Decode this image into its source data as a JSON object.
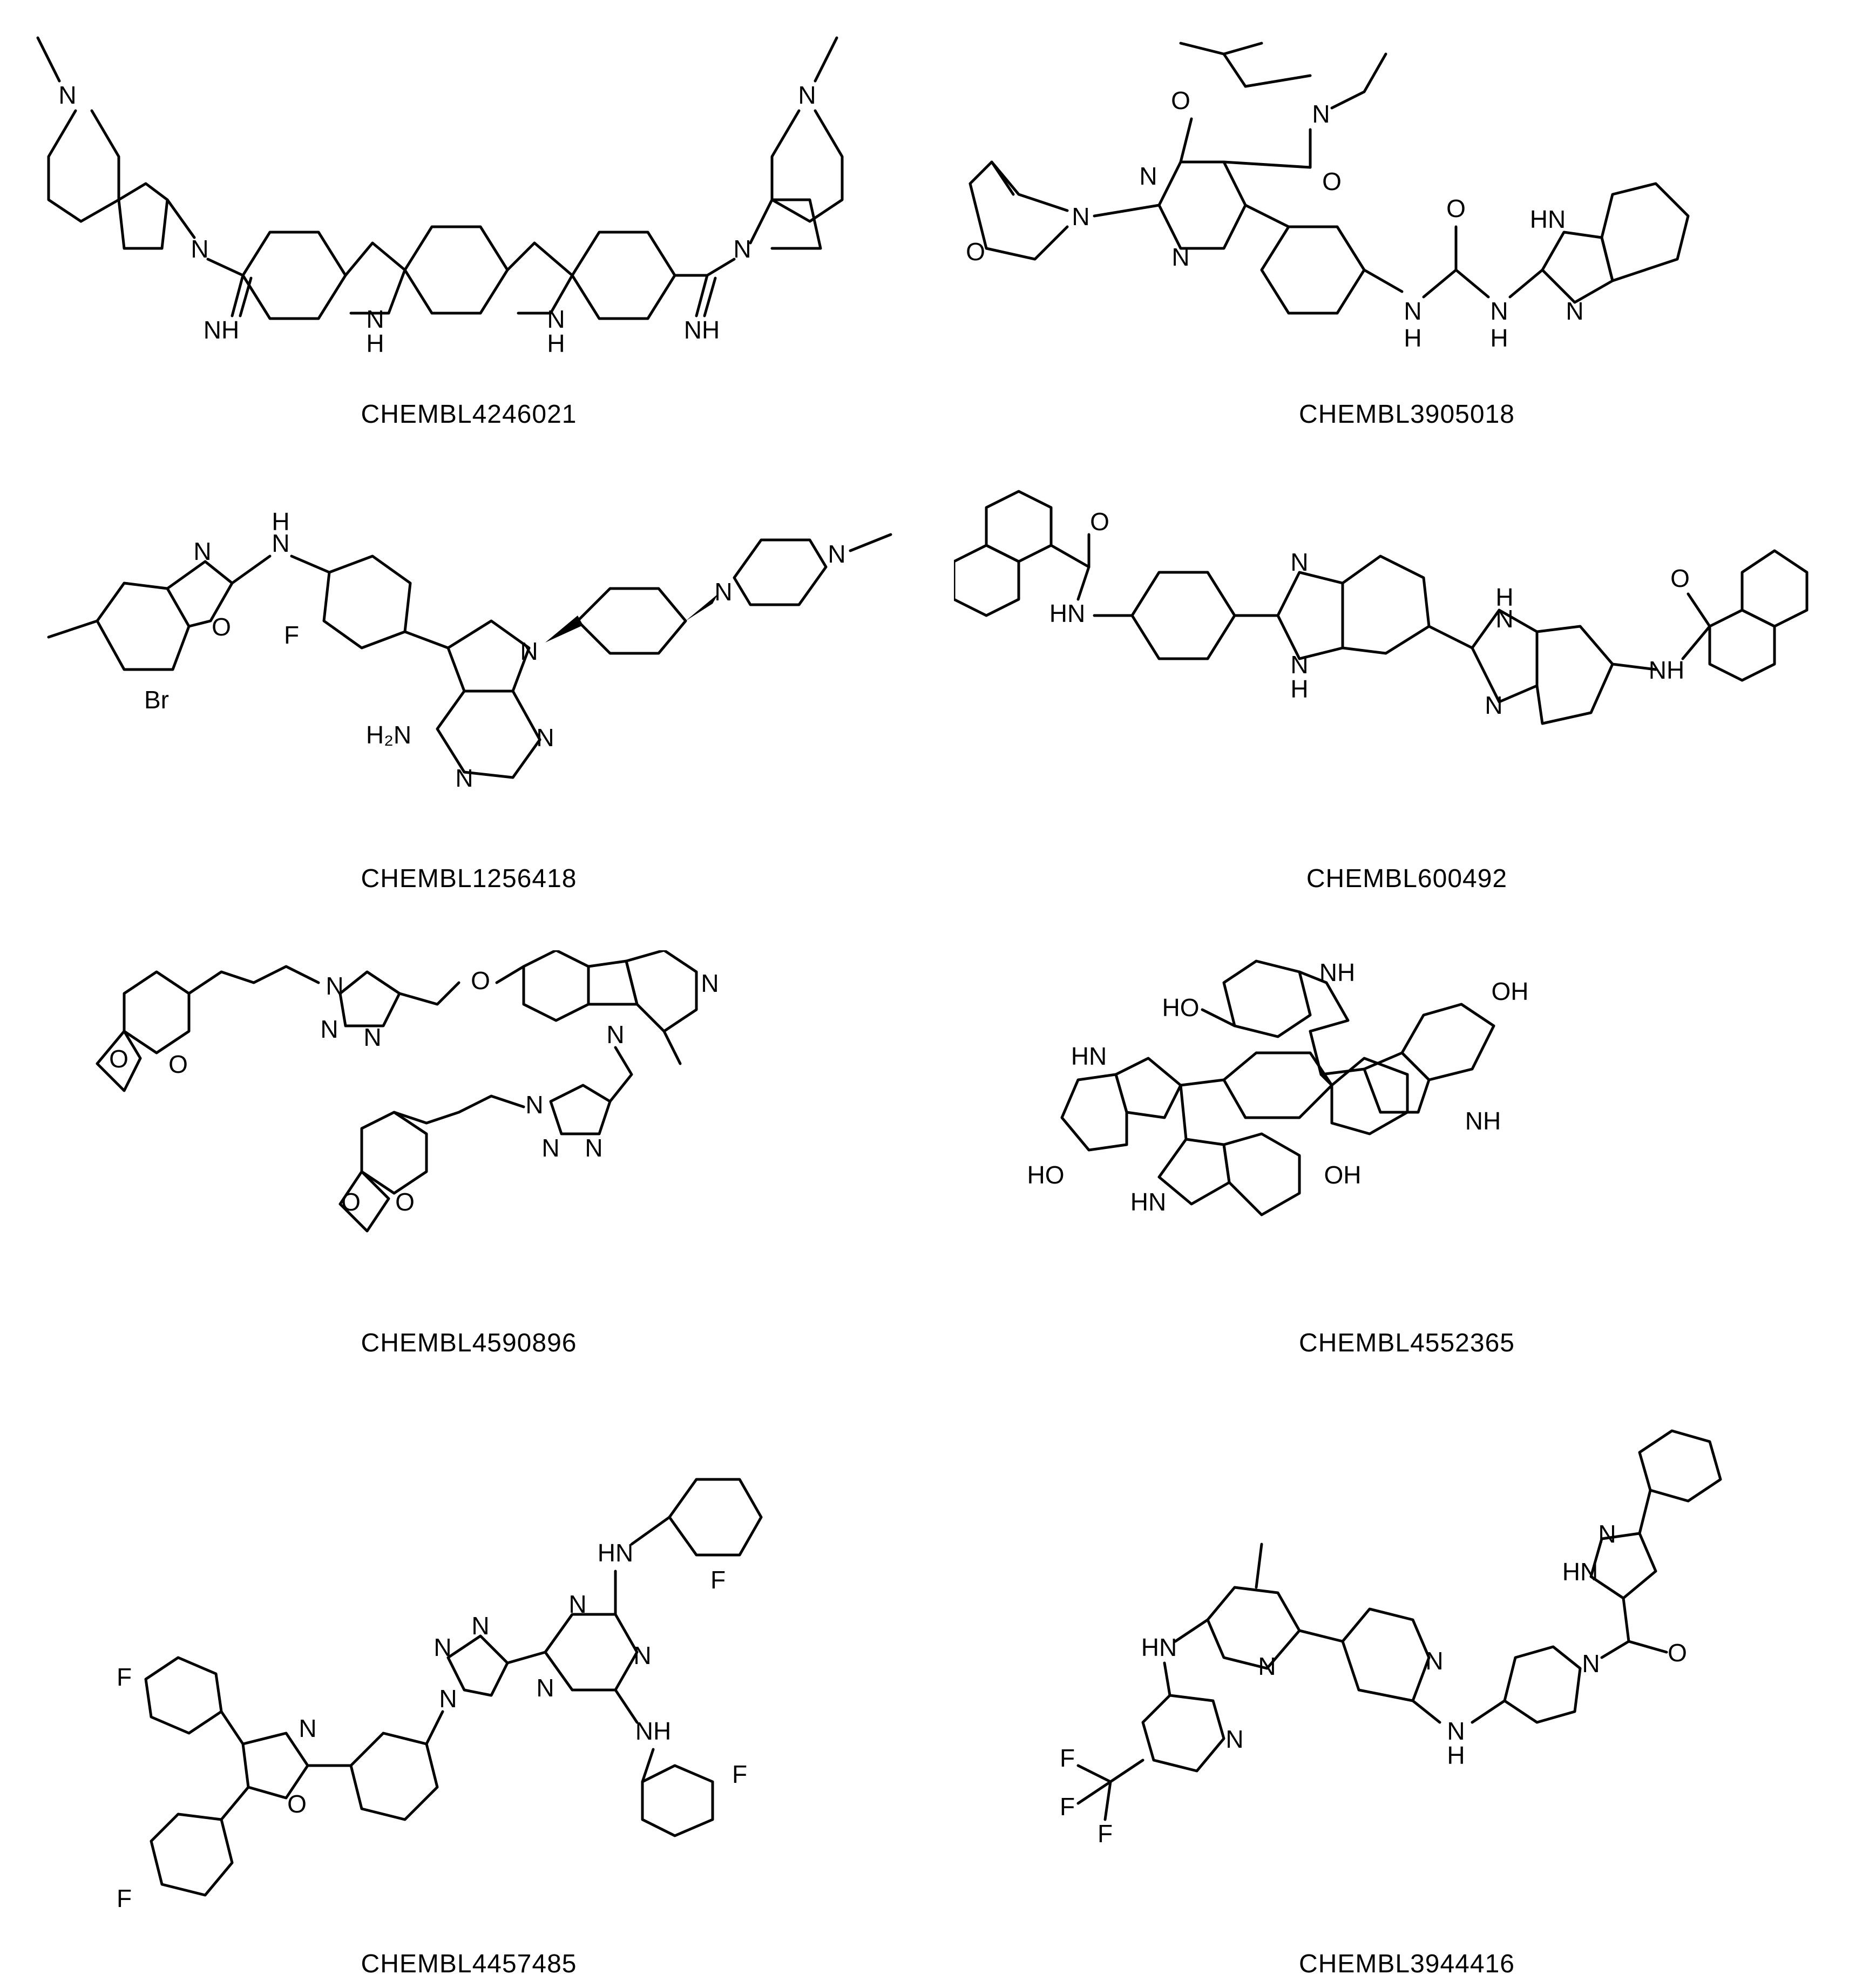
{
  "compounds": [
    {
      "id": "CHEMBL4246021",
      "atoms": {
        "n1": "N",
        "n2": "N",
        "nh1": "NH",
        "nh_indole1": "H",
        "nh_indole2": "H",
        "n3": "N",
        "n4": "N",
        "nh2": "NH",
        "n_ind1": "N",
        "n_ind2": "N"
      }
    },
    {
      "id": "CHEMBL3905018",
      "atoms": {
        "o_ring": "O",
        "n_amide": "N",
        "o_carbonyl": "O",
        "n_pyr1": "N",
        "n_pyr2": "N",
        "n_bicyclic": "N",
        "o_bridge": "O",
        "nh_a": "N",
        "h_a": "H",
        "o_urea": "O",
        "nh_b": "N",
        "h_b": "H",
        "hn_bzim": "HN",
        "n_bzim": "N"
      }
    },
    {
      "id": "CHEMBL1256418",
      "atoms": {
        "h_amine": "H",
        "n_amine": "N",
        "n_ox": "N",
        "o_ox": "O",
        "br": "Br",
        "f": "F",
        "n_pyrrole": "N",
        "nh2": "H₂N",
        "n_pym1": "N",
        "n_pym2": "N",
        "n_pip1": "N",
        "n_pip2": "N"
      }
    },
    {
      "id": "CHEMBL600492",
      "atoms": {
        "o1": "O",
        "hn1": "HN",
        "n_bz1": "N",
        "nh_bz1": "N",
        "h_bz1": "H",
        "nh_bz2": "N",
        "h_bz2": "H",
        "n_bz2": "N",
        "o2": "O",
        "nh2": "NH"
      }
    },
    {
      "id": "CHEMBL4590896",
      "atoms": {
        "n_t1a": "N",
        "n_t1b": "N",
        "n_t1c": "N",
        "o_ether": "O",
        "n_pyr": "N",
        "n_carb": "N",
        "n_t2a": "N",
        "n_t2b": "N",
        "n_t2c": "N",
        "o_d1a": "O",
        "o_d1b": "O",
        "o_d2a": "O",
        "o_d2b": "O"
      }
    },
    {
      "id": "CHEMBL4552365",
      "atoms": {
        "nh_top": "NH",
        "ho_top": "HO",
        "oh_right": "OH",
        "hn_left": "HN",
        "nh_right": "NH",
        "ho_left": "HO",
        "oh_bottom": "OH",
        "hn_bottom": "HN"
      }
    },
    {
      "id": "CHEMBL4457485",
      "atoms": {
        "f1": "F",
        "f2": "F",
        "n_ox": "N",
        "o_ox": "O",
        "n_tz1": "N",
        "n_tz2": "N",
        "n_tz3": "N",
        "n_tr1": "N",
        "n_tr2": "N",
        "n_tr3": "N",
        "hn_top": "HN",
        "f_top": "F",
        "nh_bottom": "NH",
        "f_bottom": "F"
      }
    },
    {
      "id": "CHEMBL3944416",
      "atoms": {
        "n_pz1": "N",
        "hn_pz": "HN",
        "o_carb": "O",
        "n_pip": "N",
        "hn_left": "HN",
        "n_py1": "N",
        "n_py2": "N",
        "n_py3": "N",
        "nh_link": "N",
        "h_link": "H",
        "f1": "F",
        "f2": "F",
        "f3": "F"
      }
    }
  ]
}
